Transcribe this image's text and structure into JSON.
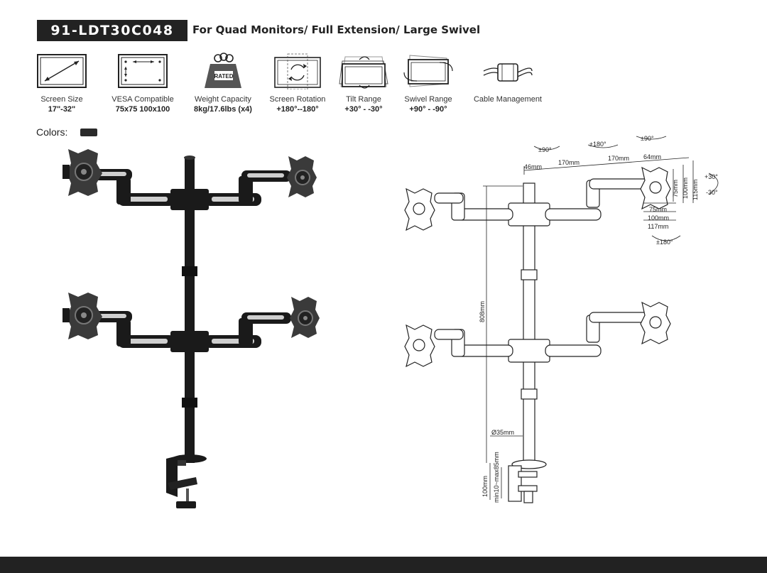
{
  "header": {
    "model": "91-LDT30C048",
    "tagline": "For Quad Monitors/ Full Extension/ Large Swivel"
  },
  "specs": [
    {
      "icon": "screen-size-icon",
      "label": "Screen Size",
      "value": "17\"-32\""
    },
    {
      "icon": "vesa-icon",
      "label": "VESA Compatible",
      "value": "75x75 100x100"
    },
    {
      "icon": "weight-icon",
      "label": "Weight Capacity",
      "value": "8kg/17.6lbs (x4)",
      "badge": "RATED"
    },
    {
      "icon": "rotation-icon",
      "label": "Screen Rotation",
      "value": "+180°--180°"
    },
    {
      "icon": "tilt-icon",
      "label": "Tilt Range",
      "value": "+30° - -30°"
    },
    {
      "icon": "swivel-icon",
      "label": "Swivel Range",
      "value": "+90° - -90°"
    },
    {
      "icon": "cable-icon",
      "label": "Cable Management",
      "value": ""
    }
  ],
  "colors_label": "Colors:",
  "colors": {
    "black": "#2a2a2a"
  },
  "diagram": {
    "angles": {
      "swivel_left": "±90°",
      "swivel_mid": "±180°",
      "swivel_right": "±90°",
      "rotation": "±180°",
      "tilt_up": "+30°",
      "tilt_down": "-30°"
    },
    "dims": {
      "offset": "46mm",
      "arm1": "170mm",
      "arm2": "170mm",
      "depth": "64mm",
      "h75": "75mm",
      "h100": "100mm",
      "h115": "115mm",
      "w75": "75mm",
      "w100": "100mm",
      "w117": "117mm",
      "pole_height": "808mm",
      "pole_diameter": "Ø35mm",
      "clamp_height": "100mm",
      "clamp_range": "min10~max85mm"
    }
  }
}
